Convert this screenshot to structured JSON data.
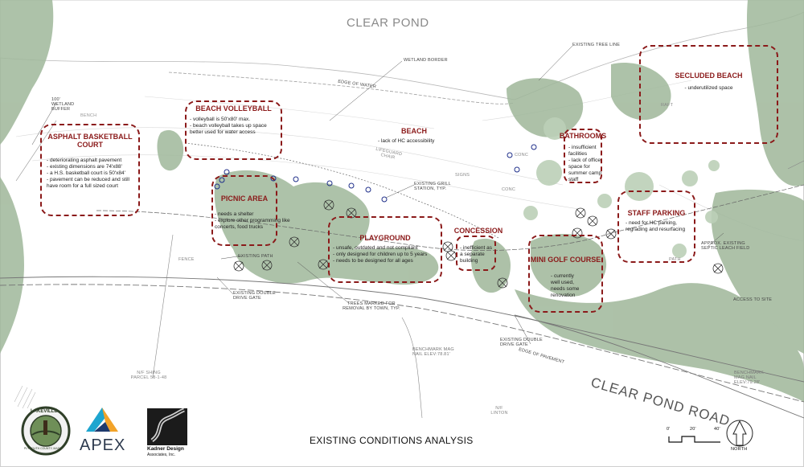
{
  "title": "EXISTING CONDITIONS ANALYSIS",
  "water_label": "CLEAR POND",
  "road_label": "CLEAR POND ROAD",
  "zones": [
    {
      "id": "basketball",
      "title": "ASPHALT BASKETBALL COURT",
      "notes": "- deteriorating asphalt pavement\n- existing dimensions are 74'x88'\n- a H.S. basketball court is 50'x84'\n- pavement can be reduced and still have room for a full sized court"
    },
    {
      "id": "volleyball",
      "title": "BEACH VOLLEYBALL",
      "notes": "- volleyball is 50'x80' max.\n- beach volleyball takes up space better used for water access"
    },
    {
      "id": "beach",
      "title": "BEACH",
      "notes": "- lack of HC accessibility"
    },
    {
      "id": "picnic",
      "title": "PICNIC AREA",
      "notes": "- needs a shelter\n- explore other programming like concerts, food trucks"
    },
    {
      "id": "playground",
      "title": "PLAYGROUND",
      "notes": "- unsafe, outdated and not compliant\n- only designed for children up to 5 years\n- needs to be designed for all ages"
    },
    {
      "id": "concession",
      "title": "CONCESSION",
      "notes": "- inefficient as a separate building"
    },
    {
      "id": "bathrooms",
      "title": "BATHROOMS",
      "notes": "- insufficient facilities\n- lack of office space for summer camp staff"
    },
    {
      "id": "minigolf",
      "title": "MINI GOLF COURSE",
      "notes": "- currently well used, needs some renovation"
    },
    {
      "id": "staff",
      "title": "STAFF PARKING",
      "notes": "- need for HC parking, regrading and resurfacing"
    },
    {
      "id": "secluded",
      "title": "SECLUDED BEACH",
      "notes": "- underutilized space"
    }
  ],
  "labels": {
    "wetland_border": "WETLAND BORDER",
    "edge_water": "EDGE OF WATER",
    "existing_tree_line": "EXISTING TREE LINE",
    "wetland_buffer": "100' WETLAND BUFFER",
    "bench": "BENCH",
    "lifeguard": "LIFEGUARD CHAIR",
    "grill": "EXISTING GRILL STATION, TYP.",
    "signs": "SIGNS",
    "raft": "RAFT",
    "existing_path": "EXISTING PATH",
    "double_gate_1": "EXISTING DOUBLE DRIVE GATE",
    "trees_marked": "TREES MARKED FOR REMOVAL BY TOWN, TYP.",
    "benchmark_1": "BENCHMARK MAG NAIL ELEV:78.81'",
    "double_gate_2": "EXISTING DOUBLE DRIVE GATE",
    "edge_pavement": "EDGE OF PAVEMENT",
    "benchmark_2": "BENCHMARK MAG NAIL ELEV:79.28'",
    "septic": "APPROX. EXISTING SEPTIC LEACH FIELD",
    "access": "ACCESS TO SITE",
    "parcel": "N/F SHING PARCEL 58-1-48",
    "nf_linton": "N/F LINTON",
    "conc1": "CONC",
    "conc2": "CONC",
    "path": "PATH",
    "fence": "FENCE"
  },
  "scale": {
    "zero": "0'",
    "mid": "20'",
    "end": "40'",
    "north": "NORTH"
  },
  "logos": {
    "apex": "APEX",
    "kadner_line1": "Kadner Design",
    "kadner_line2": "Associates, Inc.",
    "seal_top": "LAKEVILLE",
    "seal_bottom": "PLYMOUTH COUNTY, MASS."
  },
  "colors": {
    "zone_outline": "#8b1a1a",
    "vegetation": "#9fb79a",
    "water_text": "#8a8a8a"
  }
}
